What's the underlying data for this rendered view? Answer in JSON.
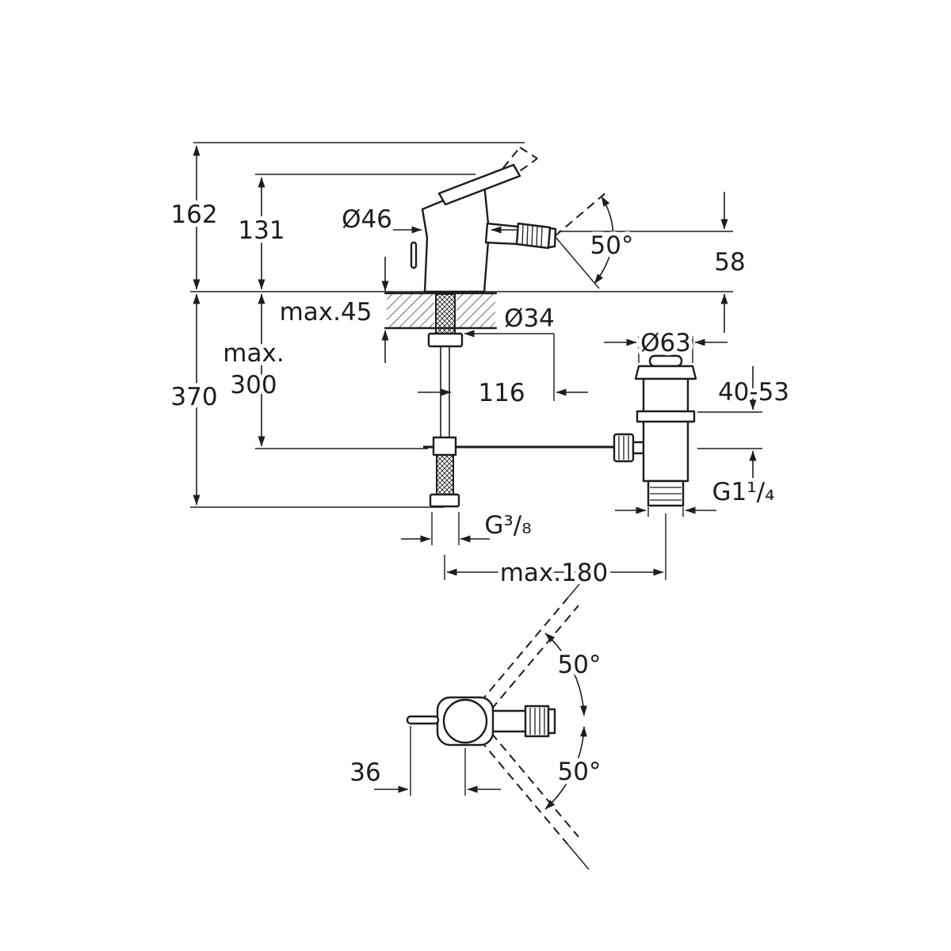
{
  "page": {
    "background_color": "#ffffff",
    "line_color": "#1d1d1b"
  },
  "drawing": {
    "labels": {
      "total_height": "162",
      "body_height": "131",
      "body_diameter": "Ø46",
      "spout_swivel_angle": "50°",
      "spout_height": "58",
      "deck_thickness": "max.45",
      "shank_diameter": "Ø34",
      "hose_length_line1": "max.",
      "hose_length_line2": "300",
      "install_depth": "370",
      "spout_projection": "116",
      "waste_flange_diameter": "Ø63",
      "waste_deck_range": "40-53",
      "waste_thread": "G1¹/₄",
      "supply_thread": "G³/₈",
      "max_span": "max.180",
      "plan_angle_upper": "50°",
      "plan_angle_lower": "50°",
      "plan_pin_offset": "36"
    }
  }
}
